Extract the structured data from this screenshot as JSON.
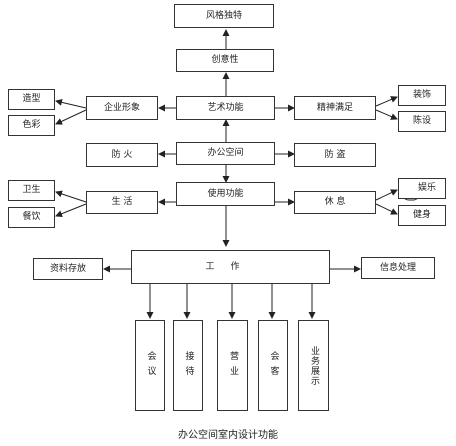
{
  "diagram": {
    "top": {
      "style": "风格独特",
      "creativity": "创意性"
    },
    "art": {
      "center": "艺术功能",
      "left": "企业形象",
      "right": "精神满足",
      "left_a": "造型",
      "left_b": "色彩",
      "right_a": "装饰",
      "right_b": "陈设"
    },
    "office": {
      "center": "办公空间",
      "left": "防 火",
      "right": "防 盗"
    },
    "use": {
      "center": "使用功能",
      "left": "生 活",
      "right": "休 息",
      "left_a": "卫生",
      "left_b": "餐饮",
      "right_a": "娱乐",
      "right_b": "健身"
    },
    "work": {
      "center": "工作",
      "left": "资料存放",
      "right": "信息处理"
    },
    "bottom": [
      "会议",
      "接待",
      "营业",
      "会客",
      "业务展示"
    ],
    "caption": "办公空间室内设计功能"
  }
}
